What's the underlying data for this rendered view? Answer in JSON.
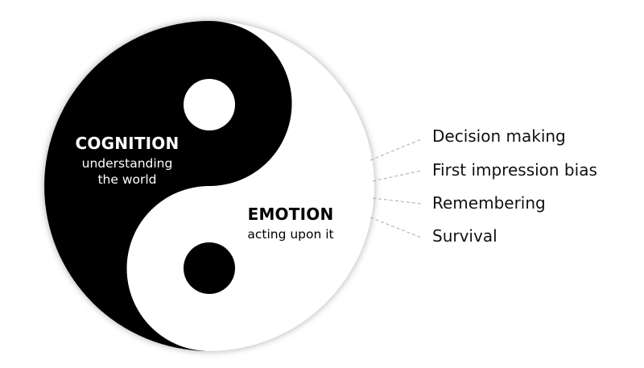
{
  "cognition": {
    "title": "COGNITION",
    "line1": "understanding",
    "line2": "the world"
  },
  "emotion": {
    "title": "EMOTION",
    "subtitle": "acting upon it"
  },
  "labels": [
    "Decision making",
    "First impression bias",
    "Remembering",
    "Survival"
  ],
  "colors": {
    "dark": "#000000",
    "light": "#ffffff",
    "connector": "#aaaaaa"
  }
}
